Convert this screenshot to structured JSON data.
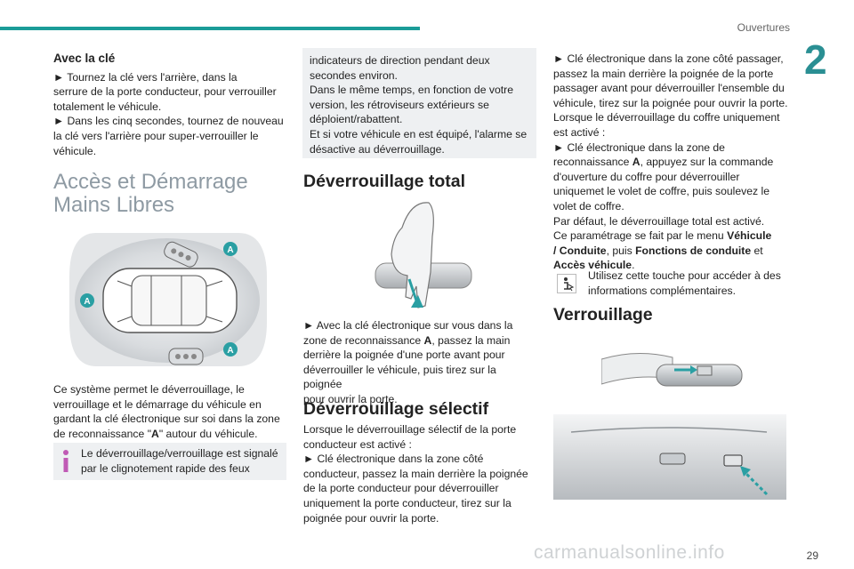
{
  "header": {
    "section": "Ouvertures",
    "chapter": "2"
  },
  "col1": {
    "heading_cle": "Avec la clé",
    "cle_p1": "► Tournez la clé vers l'arrière, dans la",
    "cle_p2": "serrure de la porte conducteur, pour verrouiller",
    "cle_p3": "totalement le véhicule.",
    "cle_p4": "► Dans les cinq secondes, tournez de nouveau",
    "cle_p5": "la clé vers l'arrière pour super-verrouiller le",
    "cle_p6": "véhicule.",
    "heading_acces_1": "Accès et Démarrage",
    "heading_acces_2": "Mains Libres",
    "zone_label_a": "A",
    "sys_p1": "Ce système permet le déverrouillage, le",
    "sys_p2": "verrouillage et le démarrage du véhicule en",
    "sys_p3": "gardant la clé électronique sur soi dans la zone",
    "sys_p4_pre": "de reconnaissance \"",
    "sys_p4_bold": "A",
    "sys_p4_post": "\" autour du véhicule.",
    "info_p1": "Le déverrouillage/verrouillage est signalé",
    "info_p2": "par le clignotement rapide des feux"
  },
  "col2": {
    "box_l1": "indicateurs de direction pendant deux",
    "box_l2": "secondes environ.",
    "box_l3": "Dans le même temps, en fonction de votre",
    "box_l4": "version, les rétroviseurs extérieurs se",
    "box_l5": "déploient/rabattent.",
    "box_l6": "Et si votre véhicule en est équipé, l'alarme se",
    "box_l7": "désactive au déverrouillage.",
    "heading_total": "Déverrouillage total",
    "total_l1": "► Avec la clé électronique sur vous dans la",
    "total_l2_pre": "zone de reconnaissance ",
    "total_l2_bold": "A",
    "total_l2_post": ", passez la main",
    "total_l3": "derrière la poignée d'une porte avant pour",
    "total_l4": "déverrouiller le véhicule, puis tirez sur la poignée",
    "total_l5": "pour ouvrir la porte.",
    "heading_selectif": "Déverrouillage sélectif",
    "sel_l1": "Lorsque le déverrouillage sélectif de la porte",
    "sel_l2": "conducteur est activé :",
    "sel_l3": "► Clé électronique dans la zone côté",
    "sel_l4": "conducteur, passez la main derrière la poignée",
    "sel_l5": "de la porte conducteur pour déverrouiller",
    "sel_l6": "uniquement la porte conducteur, tirez sur la",
    "sel_l7": "poignée pour ouvrir la porte."
  },
  "col3": {
    "l1": "► Clé électronique dans la zone côté passager,",
    "l2": "passez la main derrière la poignée de la porte",
    "l3": "passager avant pour déverrouiller l'ensemble du",
    "l4": "véhicule, tirez sur la poignée pour ouvrir la porte.",
    "l5": "Lorsque le déverrouillage du coffre uniquement",
    "l6": "est activé :",
    "l7": "► Clé électronique dans la zone de",
    "l8_pre": "reconnaissance ",
    "l8_bold": "A",
    "l8_post": ", appuyez sur la commande",
    "l9": "d'ouverture du coffre pour déverrouiller",
    "l10": "uniquemet le volet de coffre, puis soulevez le",
    "l11": "volet de coffre.",
    "l12": "Par défaut, le déverrouillage total est activé.",
    "l13_pre": "Ce paramétrage se fait par le menu ",
    "l13_bold": "Véhicule",
    "l14_bold1": "/ Conduite",
    "l14_mid": ", puis ",
    "l14_bold2": "Fonctions de conduite",
    "l14_post": " et",
    "l15_bold": "Accès véhicule",
    "l15_post": ".",
    "tip_l1": "Utilisez cette touche pour accéder à des",
    "tip_l2": "informations complémentaires.",
    "heading_verrouillage": "Verrouillage"
  },
  "footer": {
    "page": "29",
    "watermark": "carmanualsonline.info"
  },
  "colors": {
    "accent": "#1b9c98",
    "chapter": "#2a8f93",
    "box": "#eef0f2",
    "info_icon": "#c05ab5"
  }
}
